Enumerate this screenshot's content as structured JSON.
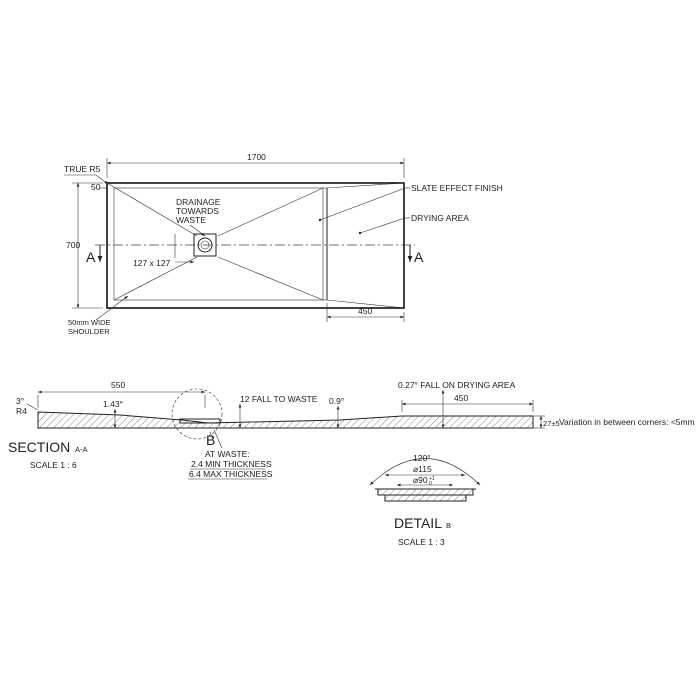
{
  "plan": {
    "dim_length": "1700",
    "dim_width": "700",
    "dim_shoulder": "50",
    "dim_drying": "450",
    "true_r5": "TRUE R5",
    "drainage_l1": "DRAINAGE",
    "drainage_l2": "TOWARDS",
    "drainage_l3": "WASTE",
    "waste_size": "127 x 127",
    "section_mark": "A",
    "slate": "SLATE EFFECT FINISH",
    "drying": "DRYING AREA",
    "shoulder_l1": "50mm WIDE",
    "shoulder_l2": "SHOULDER"
  },
  "section": {
    "angle_3": "3°",
    "r4": "R4",
    "dim_550": "550",
    "slope_143": "1.43°",
    "fall_to_waste": "12 FALL TO WASTE",
    "slope_09": "0.9°",
    "drying_fall": "0.27° FALL ON DRYING AREA",
    "dim_450": "450",
    "thickness": "27±5",
    "variation": "Variation in between corners: <5mm",
    "detail_ref": "B",
    "waste_l1": "AT WASTE:",
    "waste_l2": "2.4 MIN THICKNESS",
    "waste_l3": "6.4 MAX THICKNESS",
    "title": "SECTION",
    "title_sub": "A-A",
    "scale": "SCALE 1 : 6"
  },
  "detail": {
    "angle": "120°",
    "dia_115": "⌀115",
    "dia_90": "⌀90",
    "tol_plus": "+1",
    "tol_minus": "0",
    "title": "DETAIL",
    "title_sub": "B",
    "scale": "SCALE 1 : 3"
  }
}
